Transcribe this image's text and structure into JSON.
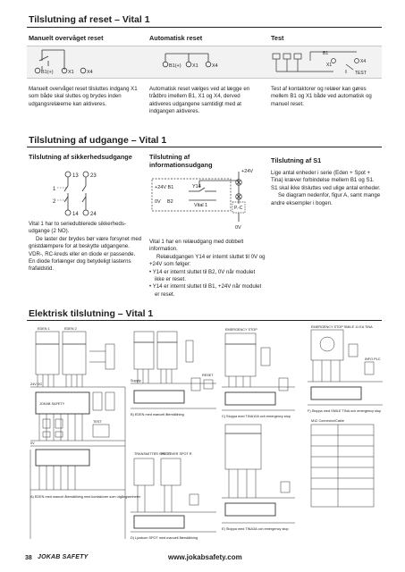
{
  "sections": {
    "reset": {
      "title": "Tilslutning af reset – Vital 1",
      "columns": [
        {
          "heading": "Manuelt overvåget reset",
          "diagram_labels": [
            "B1(+)",
            "X1",
            "X4"
          ],
          "text": "Manuelt overvåget reset tilsluttes indgang X1 som både skal sluttes og brydes inden udgangsrelæerne kan aktiveres."
        },
        {
          "heading": "Automatisk reset",
          "diagram_labels": [
            "B1(+)",
            "X1",
            "X4"
          ],
          "text": "Automatisk reset vælges ved at lægge en trådbro imellem B1, X1 og X4, derved aktiveres udgangene samtidigt med at indgangen aktiveres."
        },
        {
          "heading": "Test",
          "diagram_labels": [
            "B1",
            "X1",
            "X4",
            "TEST"
          ],
          "text": "Test af kontaktorer og relæer kan gøres mellem B1 og X1 både ved automatisk og manuel reset."
        }
      ]
    },
    "output": {
      "title": "Tilslutning af udgange – Vital 1",
      "col1": {
        "heading": "Tilslutning af sikkerhedsudgange",
        "diagram_labels": [
          "13",
          "23",
          "1",
          "2",
          "14",
          "24"
        ],
        "text_lines": [
          "Vital 1 har to seriedublerede sikkerheds-udgange (2 NO).",
          "De laster der brydes bør være forsynet med gnistdæmpere for at beskytte udgangene. VDR-, RC-kreds eller en diode er passende. En diode forlænger dog betydeligt lasterns frafaldstid."
        ]
      },
      "col2": {
        "heading": "Tilslutning af informationsudgang",
        "diagram_labels": [
          "+24V B1",
          "Y14",
          "0V",
          "B2",
          "Vital 1",
          "+24V",
          "P.-C",
          "0V"
        ],
        "intro": "Vital 1 har en relæudgang med dobbelt information.",
        "indent": "Relæudgangen Y14 er internt sluttet til 0V og +24V som følger:",
        "bullets": [
          "Y14 er internt sluttet til B2, 0V når modulet ikke er reset.",
          "Y14 er internt sluttet til B1, +24V når modulet er reset."
        ]
      },
      "col3": {
        "heading": "Tilslutning af S1",
        "text": "Lige antal enheder i serie (Eden + Spot + Tina) kræver forbindelse mellem B1 og S1. S1 skal ikke tilsluttes ved ulige antal enheder.",
        "indent": "Se diagram nedenfor, figur A, samt mange andre eksempler i bogen."
      }
    },
    "electrical": {
      "title": "Elektrisk tilslutning – Vital 1",
      "panel_A_note": "A) EDEN med manuel återställning med kontaktorer som utgångsenheter",
      "panel_B_note": "B) EDEN med manuell återställning",
      "panel_C_note": "C) Stoppa med TINA10A och emergency stop",
      "panel_D_note": "D) Ljusbom SPOT med manuell återställning",
      "panel_E_note": "E) Stoppa med TINA3A och emergency stop",
      "panel_F_note": "F) Stoppa med SMILE TINA och emergency stop",
      "labels": [
        "EDEN 1",
        "EDEN 2",
        "EMERGENCY STOP",
        "EMERGENCY STOP SMILE 11 EA TINA",
        "TRANSMITTER SPOT T",
        "RECEIVER SPOT R",
        "M12 Connector/Cable",
        "Supply",
        "RESET",
        "TEST",
        "INFO PLC",
        "JOKAB SAFETY",
        "24V DC",
        "0V"
      ]
    }
  },
  "footer": {
    "page_number": "38",
    "logo": "JOKAB SAFETY",
    "url": "www.jokabsafety.com"
  },
  "colors": {
    "heading_text": "#1e1e1e",
    "rule": "#222222",
    "grey_panel": "#f2f2f2"
  }
}
